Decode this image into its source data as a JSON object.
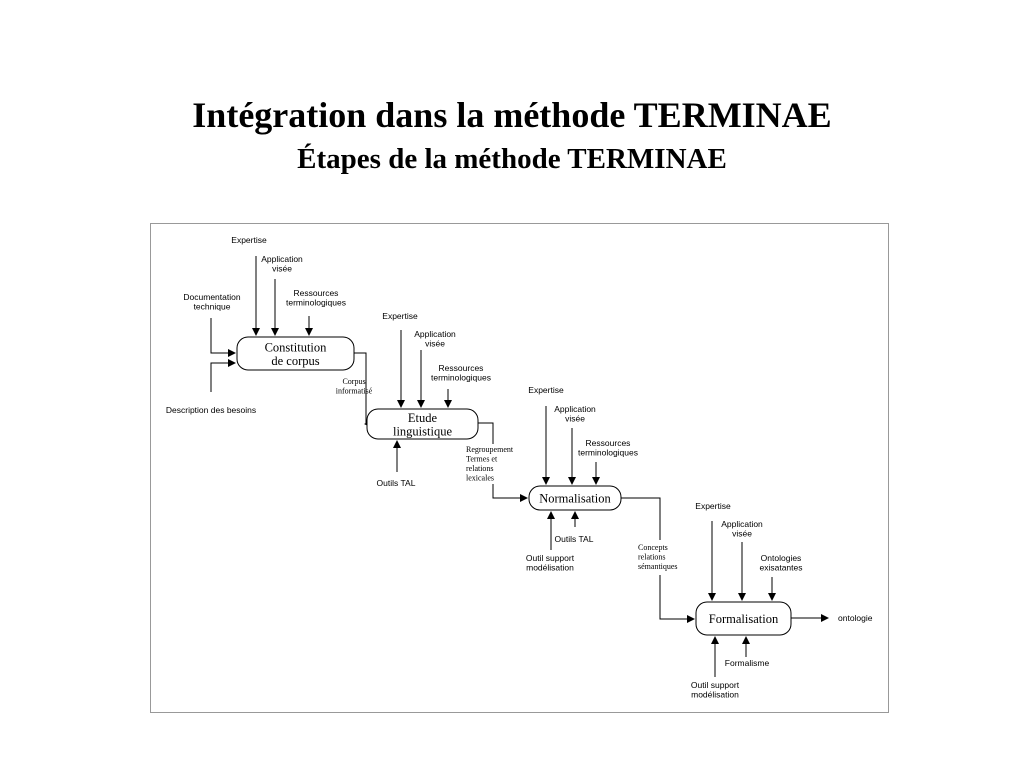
{
  "slide": {
    "title": "Intégration dans la méthode TERMINAE",
    "subtitle": "Étapes de la méthode TERMINAE"
  },
  "diagram": {
    "nodes": [
      {
        "id": "corpus",
        "lines": [
          "Constitution",
          "de corpus"
        ]
      },
      {
        "id": "etude",
        "lines": [
          "Etude",
          "linguistique"
        ]
      },
      {
        "id": "normalisation",
        "lines": [
          "Normalisation"
        ]
      },
      {
        "id": "formalisation",
        "lines": [
          "Formalisation"
        ]
      }
    ],
    "labels": [
      {
        "id": "exp1",
        "style": "sans",
        "lines": [
          "Expertise"
        ]
      },
      {
        "id": "app1",
        "style": "sans",
        "lines": [
          "Application",
          "visée"
        ]
      },
      {
        "id": "res1",
        "style": "sans",
        "lines": [
          "Ressources",
          "terminologiques"
        ]
      },
      {
        "id": "doc",
        "style": "sans",
        "lines": [
          "Documentation",
          "technique"
        ]
      },
      {
        "id": "besoins",
        "style": "sans",
        "lines": [
          "Description des besoins"
        ]
      },
      {
        "id": "corpusinfo",
        "style": "serif",
        "lines": [
          "Corpus",
          "informatisé"
        ]
      },
      {
        "id": "exp2",
        "style": "sans",
        "lines": [
          "Expertise"
        ]
      },
      {
        "id": "app2",
        "style": "sans",
        "lines": [
          "Application",
          "visée"
        ]
      },
      {
        "id": "res2",
        "style": "sans",
        "lines": [
          "Ressources",
          "terminologiques"
        ]
      },
      {
        "id": "tal1",
        "style": "sans",
        "lines": [
          "Outils TAL"
        ]
      },
      {
        "id": "regroup",
        "style": "serif",
        "lines": [
          "Regroupement",
          "Termes et",
          "relations",
          "lexicales"
        ]
      },
      {
        "id": "exp3",
        "style": "sans",
        "lines": [
          "Expertise"
        ]
      },
      {
        "id": "app3",
        "style": "sans",
        "lines": [
          "Application",
          "visée"
        ]
      },
      {
        "id": "res3",
        "style": "sans",
        "lines": [
          "Ressources",
          "terminologiques"
        ]
      },
      {
        "id": "tal2",
        "style": "sans",
        "lines": [
          "Outils TAL"
        ]
      },
      {
        "id": "outil1",
        "style": "sans",
        "lines": [
          "Outil support",
          "modélisation"
        ]
      },
      {
        "id": "concepts",
        "style": "serif",
        "lines": [
          "Concepts",
          "relations",
          "sémantiques"
        ]
      },
      {
        "id": "exp4",
        "style": "sans",
        "lines": [
          "Expertise"
        ]
      },
      {
        "id": "app4",
        "style": "sans",
        "lines": [
          "Application",
          "visée"
        ]
      },
      {
        "id": "onto",
        "style": "sans",
        "lines": [
          "Ontologies",
          "exisatantes"
        ]
      },
      {
        "id": "ontologie",
        "style": "sans",
        "lines": [
          "ontologie"
        ]
      },
      {
        "id": "formalisme",
        "style": "sans",
        "lines": [
          "Formalisme"
        ]
      },
      {
        "id": "outil2",
        "style": "sans",
        "lines": [
          "Outil support",
          "modélisation"
        ]
      }
    ]
  }
}
